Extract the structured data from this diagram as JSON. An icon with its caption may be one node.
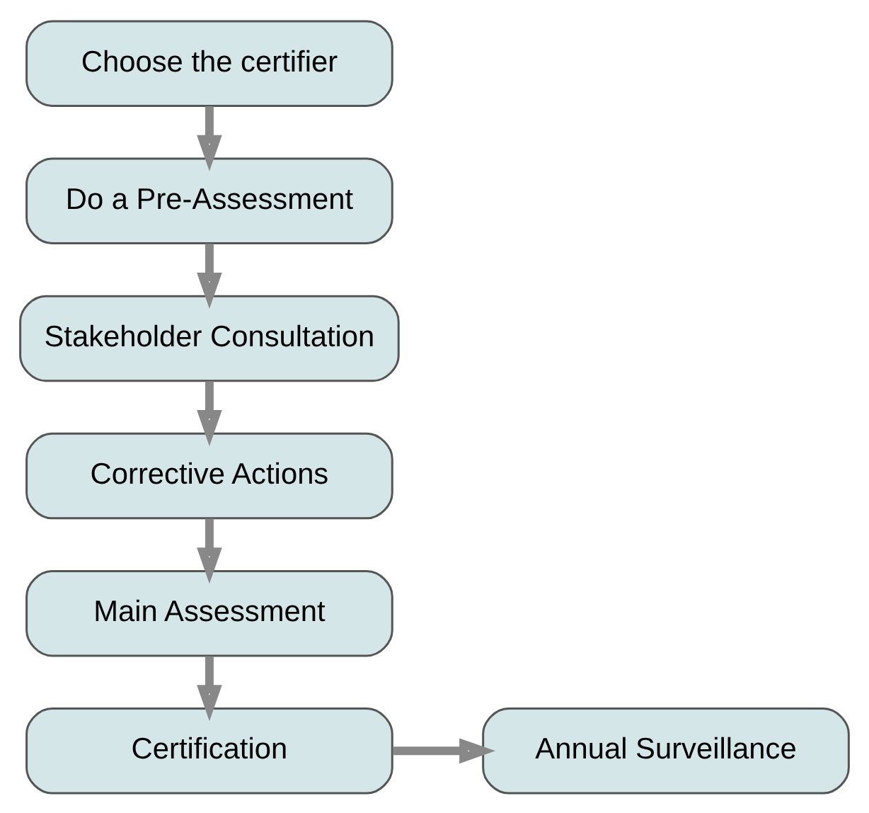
{
  "diagram": {
    "nodes": [
      {
        "text": [
          "Choose the certifier"
        ]
      },
      {
        "text": [
          "Do a Pre-Assessment"
        ]
      },
      {
        "text": [
          "Stakeholder Consultation"
        ]
      },
      {
        "text": [
          "Corrective Actions"
        ]
      },
      {
        "text": [
          "Main Assessment"
        ]
      },
      {
        "text": [
          "Certification"
        ]
      },
      {
        "text": [
          "Annual Surveillance"
        ]
      }
    ],
    "edges": [
      {
        "from": 0,
        "to": 1,
        "arrow": "to"
      },
      {
        "from": 1,
        "to": 2,
        "arrow": "to"
      },
      {
        "from": 2,
        "to": 3,
        "arrow": "to"
      },
      {
        "from": 3,
        "to": 4,
        "arrow": "to"
      },
      {
        "from": 4,
        "to": 5,
        "arrow": "to"
      },
      {
        "from": 5,
        "to": 6,
        "arrow": "to"
      }
    ]
  }
}
